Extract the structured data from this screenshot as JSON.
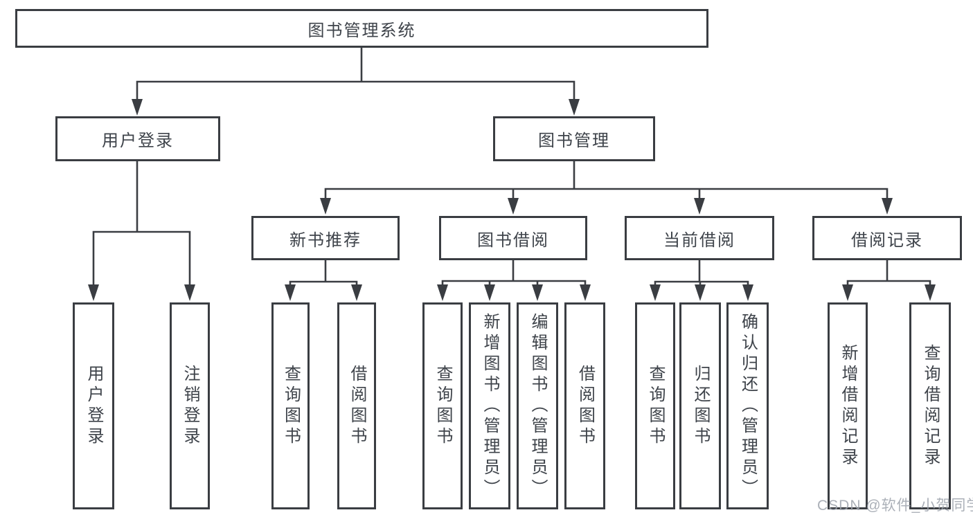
{
  "page": {
    "background": "#ffffff"
  },
  "colors": {
    "line": "#3a3d42",
    "box_border": "#3a3d42",
    "box_fill": "#ffffff",
    "text": "#3e434a",
    "watermark": "#9ca2ac"
  },
  "tree": {
    "root": {
      "label": "图书管理系统"
    },
    "branches": [
      {
        "label": "用户登录",
        "leaves": [
          "用户登录",
          "注销登录"
        ]
      },
      {
        "label": "图书管理",
        "groups": [
          {
            "label": "新书推荐",
            "leaves": [
              "查询图书",
              "借阅图书"
            ]
          },
          {
            "label": "图书借阅",
            "leaves": [
              "查询图书",
              "新增图书（管理员）",
              "编辑图书（管理员）",
              "借阅图书"
            ]
          },
          {
            "label": "当前借阅",
            "leaves": [
              "查询图书",
              "归还图书",
              "确认归还（管理员）"
            ]
          },
          {
            "label": "借阅记录",
            "leaves": [
              "新增借阅记录",
              "查询借阅记录"
            ]
          }
        ]
      }
    ]
  },
  "watermark": {
    "text": "CSDN @软件_小贺同学"
  }
}
